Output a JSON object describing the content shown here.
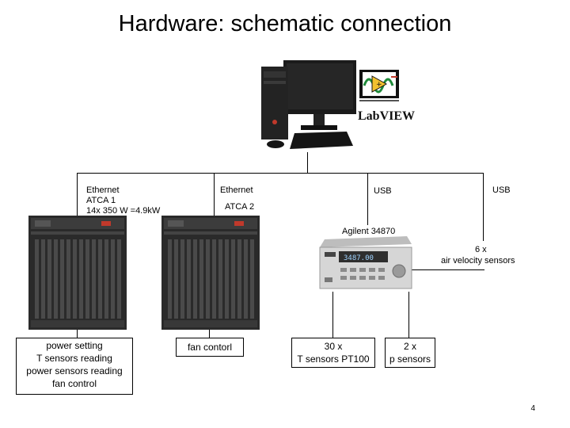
{
  "title": "Hardware: schematic connection",
  "labview": {
    "logo_text": "LabVIEW"
  },
  "labels": {
    "atca1_ethernet": "Ethernet",
    "atca1_name": "ATCA 1",
    "atca1_power": "14x 350 W =4.9kW",
    "atca2_ethernet": "Ethernet",
    "atca2_name": "ATCA 2",
    "usb_1": "USB",
    "usb_2": "USB",
    "agilent": "Agilent 34870",
    "air_sensors_count": "6 x",
    "air_sensors": "air velocity sensors"
  },
  "boxes": {
    "atca1_tasks": [
      "power setting",
      "T sensors reading",
      "power sensors reading",
      "fan control"
    ],
    "atca2_task": "fan contorl",
    "t_sensors": [
      "30 x",
      "T sensors PT100"
    ],
    "p_sensors": [
      "2 x",
      "p sensors"
    ]
  },
  "page_number": "4",
  "colors": {
    "line": "#000000",
    "chassis": "#2a2a2a",
    "accent": "#c0392b"
  }
}
